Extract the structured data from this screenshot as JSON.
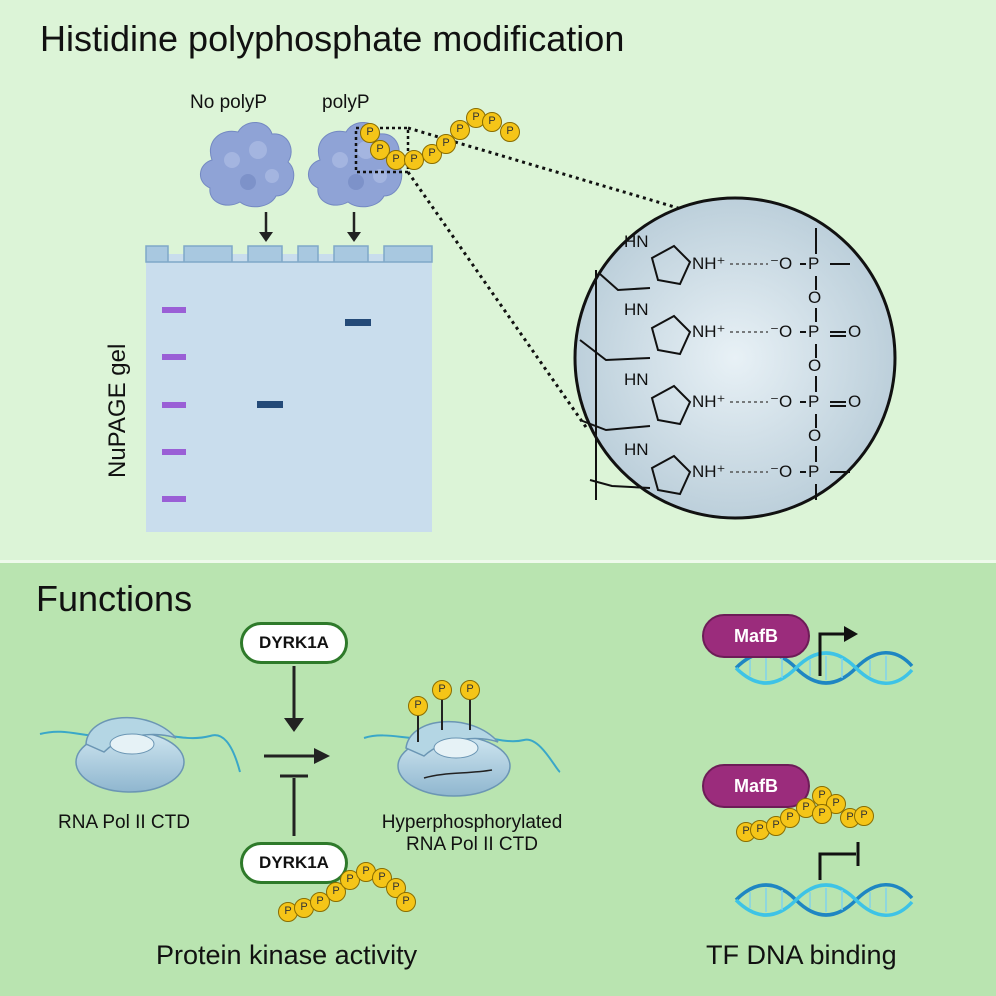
{
  "top": {
    "title": "Histidine polyphosphate modification",
    "no_polyp_label": "No polyP",
    "polyp_label": "polyP",
    "gel_label": "NuPAGE gel",
    "phosphate_label": "P",
    "chem": {
      "hn": "HN",
      "nh_plus": "NH⁺",
      "o_minus": "⁻O",
      "p": "P",
      "o": "O",
      "double_o": "O"
    }
  },
  "bottom": {
    "title": "Functions",
    "dyrk1a_top": "DYRK1A",
    "dyrk1a_bottom": "DYRK1A",
    "rna_pol_label": "RNA Pol II CTD",
    "hyper_label_line1": "Hyperphosphorylated",
    "hyper_label_line2": "RNA Pol II CTD",
    "kinase_caption": "Protein kinase activity",
    "mafb_top": "MafB",
    "mafb_bottom": "MafB",
    "tf_caption": "TF DNA binding"
  },
  "colors": {
    "top_bg": "#dcf4d7",
    "bottom_bg": "#b9e4b0",
    "protein": "#8fa3d6",
    "gel": "#c9dded",
    "ladder": "#9a5fd6",
    "band": "#244a78",
    "phosphate": "#f5c518",
    "mafb": "#9b2c7c",
    "dna": "#2aa6d6"
  }
}
